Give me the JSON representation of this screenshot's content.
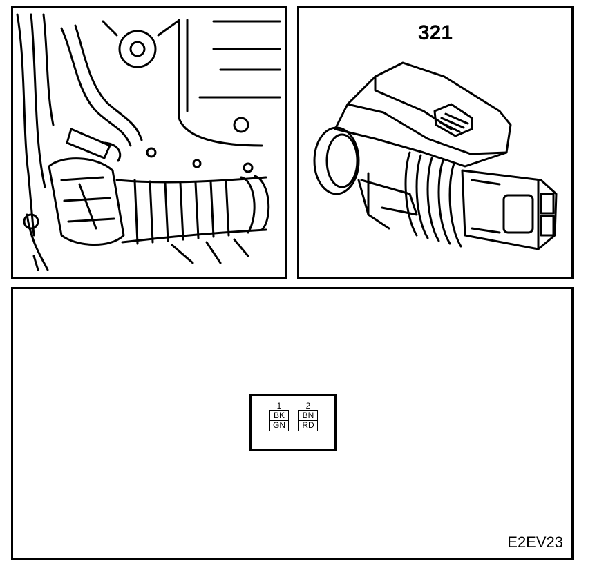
{
  "connector": {
    "number": "321"
  },
  "pinout": {
    "pins": [
      {
        "number": "1",
        "color_top": "BK",
        "color_bottom": "GN"
      },
      {
        "number": "2",
        "color_top": "BN",
        "color_bottom": "RD"
      }
    ]
  },
  "figure": {
    "code": "E2EV23"
  }
}
